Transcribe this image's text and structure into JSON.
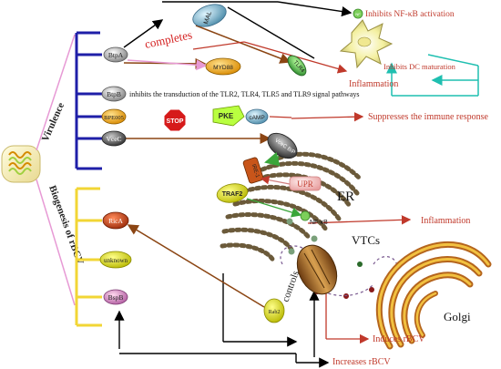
{
  "left_labels": {
    "virulence": "Virulence",
    "biogenesis": "Biogenesis of rBCV"
  },
  "proteins": {
    "btpa": "BtpA",
    "btpb": "BtpB",
    "bpe005": "BPE005",
    "vcec": "VceC",
    "rica": "RicA",
    "unknown": "unknown",
    "bspb": "BspB"
  },
  "targets": {
    "mal": "MAL",
    "myd88": "MYD88",
    "tlr4": "TLR4",
    "stop": "STOP",
    "pke": "PKE",
    "camp": "cAMP",
    "vcec_bip": "VceC BiP",
    "ire1": "IRE-1",
    "traf2": "TRAF2",
    "upr": "UPR",
    "nfkb_small": "NF-κB",
    "rab2": "Rab2"
  },
  "labels": {
    "completes": "completes",
    "btpb_desc": "inhibits the transduction of the TLR2, TLR4, TLR5 and TLR9 signal pathways",
    "er": "ER",
    "vtcs": "VTCs",
    "golgi": "Golgi",
    "controls": "controls"
  },
  "outcomes": {
    "inhibit_nfkb": "Inhibits NF-κB activation",
    "inhibit_dc": "Inhibits DC maturation",
    "inflammation_top": "Inflammation",
    "suppress_immune": "Suppresses the immune response",
    "inflammation_mid": "Inflammation",
    "induces_rbcv": "Induces rBCV",
    "increases_rbcv": "Increases rBCV"
  },
  "colors": {
    "blue_bracket": "#1f1fa8",
    "yellow_bracket": "#f2d635",
    "outcome_red": "#c0392b",
    "arrow_brown": "#8b4513",
    "cyan_arrow": "#1fbfb0",
    "completes_red": "#d42020"
  }
}
